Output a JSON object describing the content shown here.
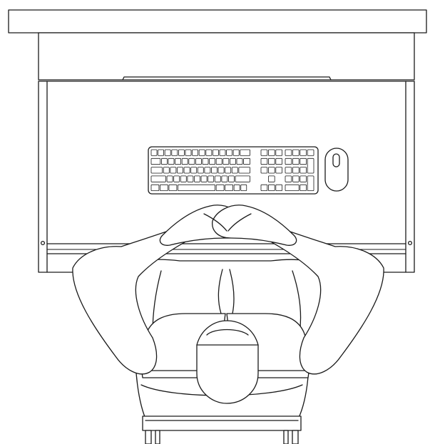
{
  "scene": {
    "view": "top-down",
    "objects": [
      "wall-shelf",
      "desk",
      "keyboard",
      "mouse",
      "person",
      "chair"
    ],
    "line_color": "#1a1a1a",
    "background_color": "#ffffff"
  }
}
